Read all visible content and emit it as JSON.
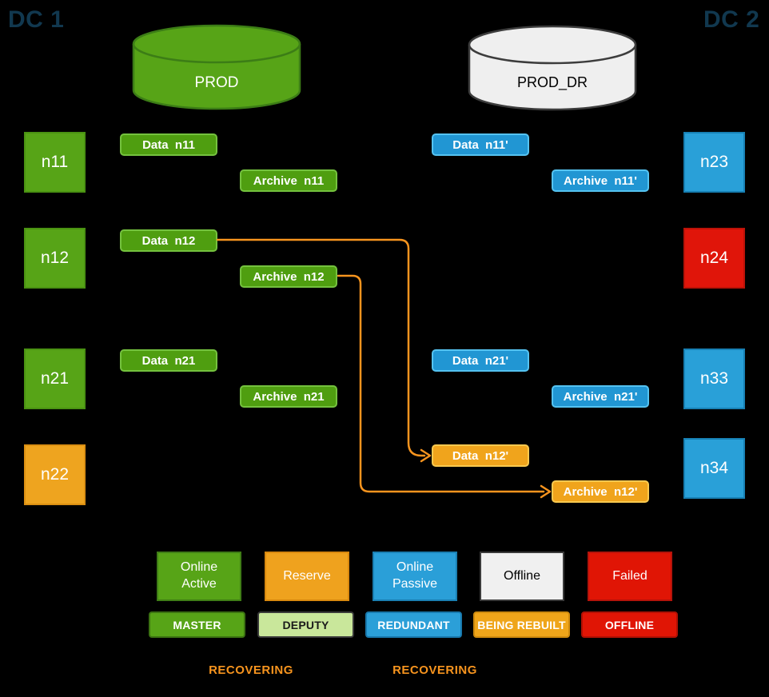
{
  "colors": {
    "background": "#000000",
    "dc_label": "#11384F",
    "online_active_green": "#57A417",
    "deputy_light_green": "#C9E79B",
    "online_passive_blue": "#2A9FD8",
    "file_blue": "#2196D3",
    "reserve_orange": "#EFA21E",
    "file_orange": "#F0A41C",
    "failed_red": "#E01505",
    "offline_gray": "#F0F0F0",
    "recovery_arrow_orange": "#F7941E"
  },
  "datacenters": {
    "dc1": "DC 1",
    "dc2": "DC 2"
  },
  "databases": {
    "prod": {
      "label": "PROD",
      "fill": "#57A417",
      "border": "#3C7D16"
    },
    "prod_dr": {
      "label": "PROD_DR",
      "fill": "#EFEFEF",
      "border": "#3C3C3C"
    }
  },
  "nodes": [
    {
      "label": "n11",
      "status": "online-active"
    },
    {
      "label": "n12",
      "status": "online-active"
    },
    {
      "label": "n21",
      "status": "online-active"
    },
    {
      "label": "n22",
      "status": "reserve"
    },
    {
      "label": "n23",
      "status": "online-passive"
    },
    {
      "label": "n24",
      "status": "failed"
    },
    {
      "label": "n33",
      "status": "online-passive"
    },
    {
      "label": "n34",
      "status": "online-passive"
    }
  ],
  "files": [
    {
      "label": "Data  n11",
      "role": "master"
    },
    {
      "label": "Archive  n11",
      "role": "master"
    },
    {
      "label": "Data  n12",
      "role": "master"
    },
    {
      "label": "Archive  n12",
      "role": "master"
    },
    {
      "label": "Data  n21",
      "role": "master"
    },
    {
      "label": "Archive  n21",
      "role": "master"
    },
    {
      "label": "Data  n11'",
      "role": "redundant"
    },
    {
      "label": "Archive  n11'",
      "role": "redundant"
    },
    {
      "label": "Data  n21'",
      "role": "redundant"
    },
    {
      "label": "Archive  n21'",
      "role": "redundant"
    },
    {
      "label": "Data  n12'",
      "role": "being-rebuilt"
    },
    {
      "label": "Archive  n12'",
      "role": "being-rebuilt"
    }
  ],
  "arrows": [
    {
      "from": "Data  n12",
      "to": "Data  n12'",
      "color": "#F7941E"
    },
    {
      "from": "Archive  n12",
      "to": "Archive  n12'",
      "color": "#F7941E"
    }
  ],
  "legend": {
    "statuses": [
      {
        "label": "Online\nActive",
        "color": "#57A417",
        "text": "#FFFFFF"
      },
      {
        "label": "Reserve",
        "color": "#EFA21E",
        "text": "#FFFFFF"
      },
      {
        "label": "Online\nPassive",
        "color": "#2A9FD8",
        "text": "#FFFFFF"
      },
      {
        "label": "Offline",
        "color": "#F0F0F0",
        "text": "#000000"
      },
      {
        "label": "Failed",
        "color": "#E01505",
        "text": "#FFFFFF"
      }
    ],
    "roles": [
      {
        "label": "MASTER",
        "color": "#57A417",
        "text": "#FFFFFF"
      },
      {
        "label": "DEPUTY",
        "color": "#C9E79B",
        "text": "#1A1A1A"
      },
      {
        "label": "REDUNDANT",
        "color": "#2B9FD8",
        "text": "#FFFFFF"
      },
      {
        "label": "BEING REBUILT",
        "color": "#EFA51A",
        "text": "#FFFFFF"
      },
      {
        "label": "OFFLINE",
        "color": "#E01505",
        "text": "#FFFFFF"
      }
    ],
    "recovering": [
      {
        "label": "RECOVERING",
        "color": "#F7941E"
      },
      {
        "label": "RECOVERING",
        "color": "#F7941E"
      }
    ]
  }
}
